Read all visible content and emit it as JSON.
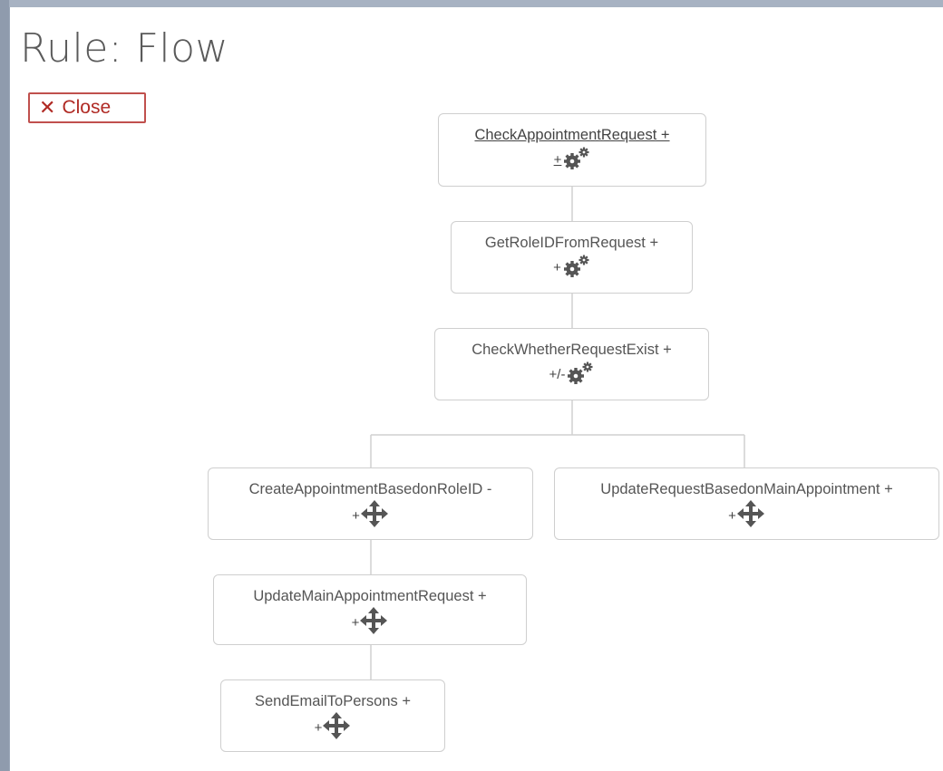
{
  "page": {
    "title": "Rule: Flow"
  },
  "toolbar": {
    "close_label": "Close",
    "close_glyph": "✕"
  },
  "colors": {
    "accent": "#c0504d",
    "node_border": "#cfcfcf",
    "connector": "#d0d0d0",
    "icon": "#555555"
  },
  "nodes": [
    {
      "label": "CheckAppointmentRequest +",
      "control": "+",
      "icon": "gear-icon"
    },
    {
      "label": "GetRoleIDFromRequest +",
      "control": "+",
      "icon": "gear-icon"
    },
    {
      "label": "CheckWhetherRequestExist +",
      "control": "+/-",
      "icon": "gear-icon"
    },
    {
      "label": "CreateAppointmentBasedonRoleID -",
      "control": "+",
      "icon": "move-icon"
    },
    {
      "label": "UpdateRequestBasedonMainAppointment +",
      "control": "+",
      "icon": "move-icon"
    },
    {
      "label": "UpdateMainAppointmentRequest +",
      "control": "+",
      "icon": "move-icon"
    },
    {
      "label": "SendEmailToPersons +",
      "control": "+",
      "icon": "move-icon"
    }
  ]
}
